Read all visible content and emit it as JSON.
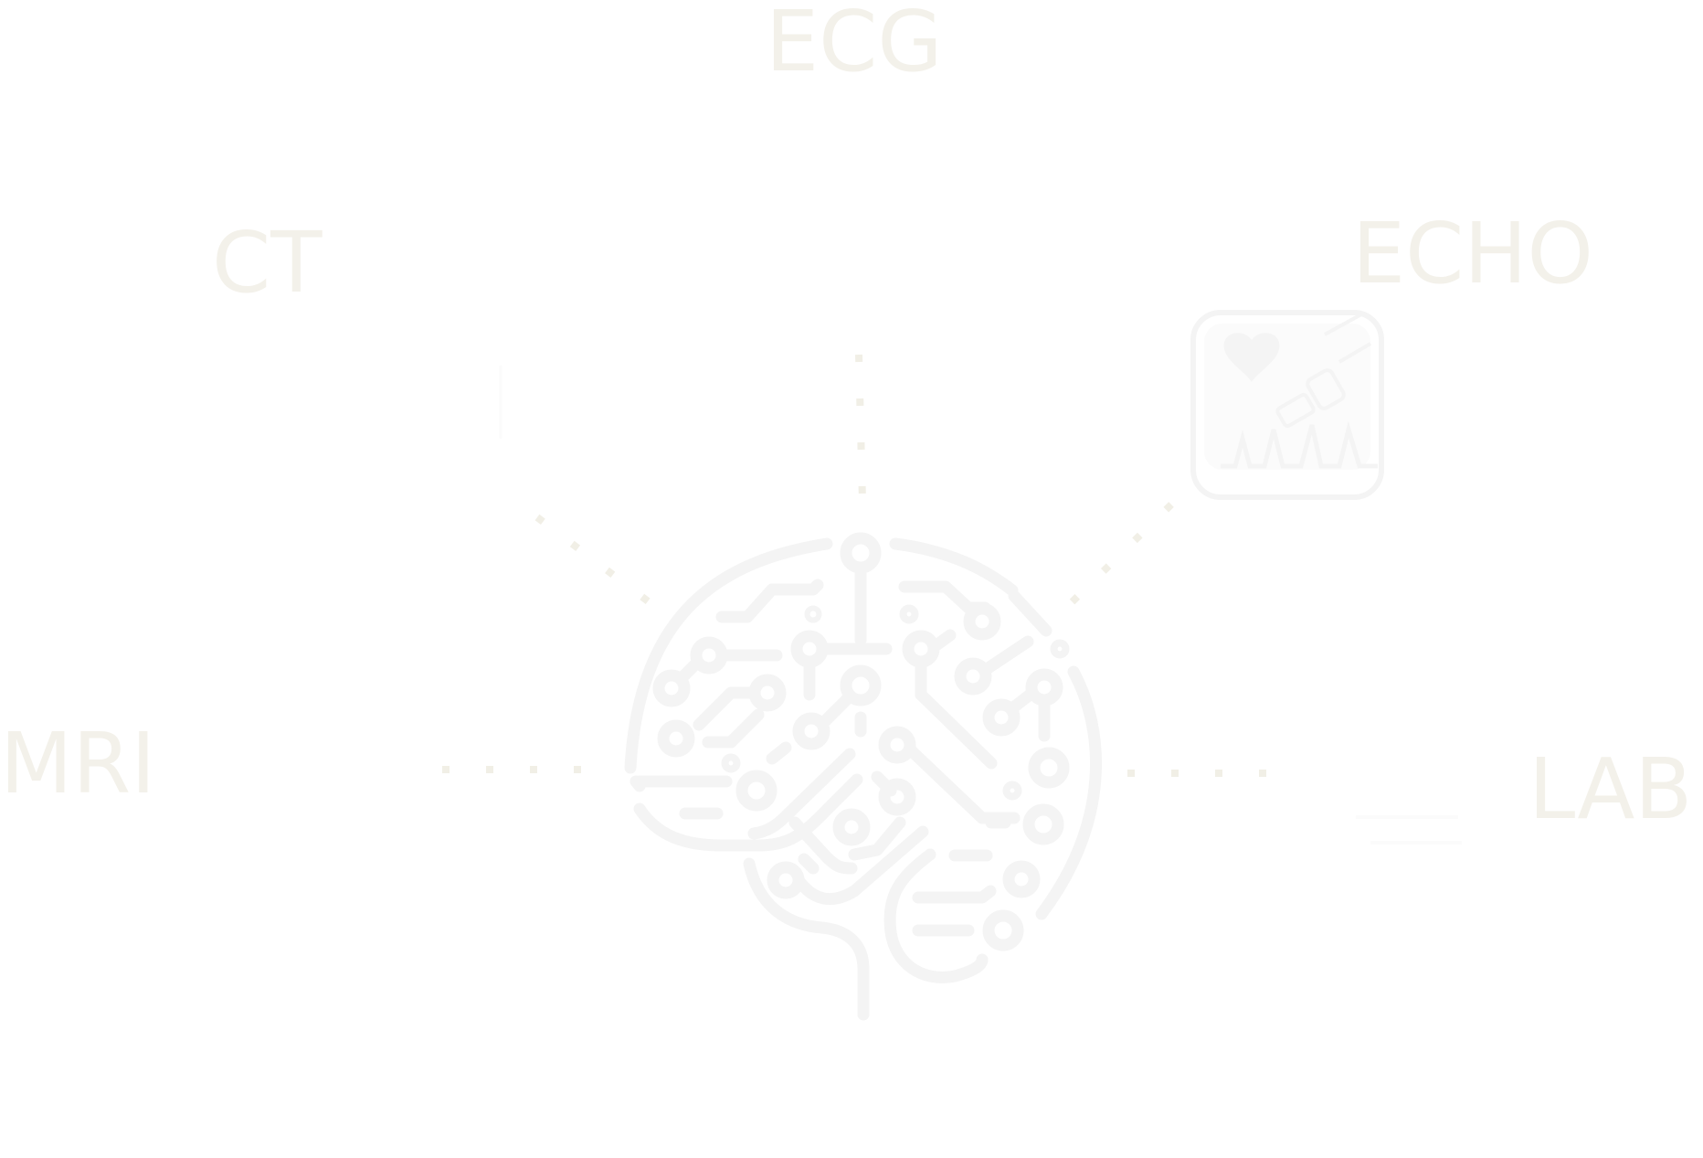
{
  "colors": {
    "label": "#f3f1ea",
    "connector": "#f1efe6",
    "icon_stroke": "#f4f4f4",
    "icon_fill": "#f7f7f7"
  },
  "hub": {
    "icon": "brain-circuit-icon"
  },
  "nodes": [
    {
      "id": "ecg",
      "label": "ECG"
    },
    {
      "id": "ct",
      "label": "CT",
      "icon": "ct-scanner-icon"
    },
    {
      "id": "echo",
      "label": "ECHO",
      "icon": "echocardiogram-monitor-icon"
    },
    {
      "id": "mri",
      "label": "MRI",
      "icon": "mri-scanner-icon"
    },
    {
      "id": "lab",
      "label": "LAB",
      "icon": "lab-test-tubes-icon"
    }
  ]
}
